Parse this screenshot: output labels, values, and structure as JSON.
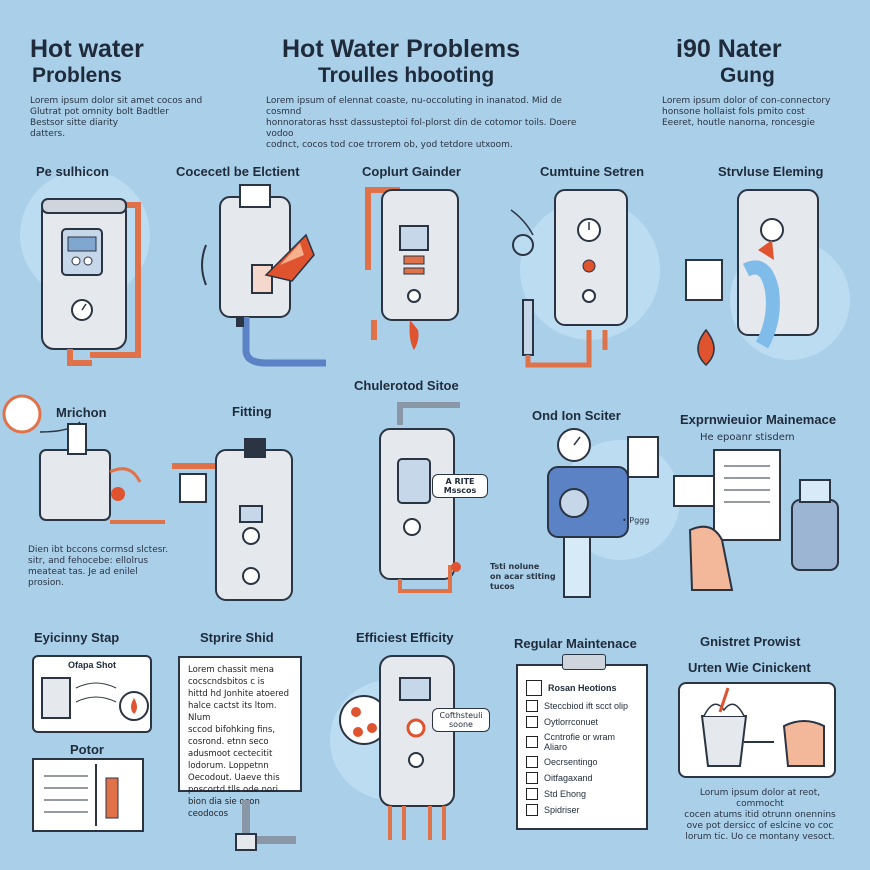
{
  "headers": {
    "left_title": "Hot water",
    "left_title2": "Problens",
    "left_text": "Lorem ipsum dolor sit amet cocos and\nGlutrat pot omnity bolt Badtler\nBestsor sitte diarity\ndatters.",
    "center_title": "Hot Water Problems",
    "center_title2": "Troulles hbooting",
    "center_text": "Lorem ipsum of elennat coaste, nu-occoluting in inanatod. Mid de cosmnd\nhonnoratoras hsst dassusteptoi fol-plorst din de cotomor toils. Doere vodoo\ncodnct, cocos tod coe trrorem ob, yod tetdore utxoom.",
    "right_title": "i90 Nater",
    "right_title2": "Gung",
    "right_text": "Lorem ipsum dolor of con-connectory\nhonsone hollaist fols pmito cost\nEeeret, houtle nanorna, roncesgie"
  },
  "row1": {
    "c1": "Pe sulhicon",
    "c2": "Cocecetl be Elctient",
    "c3": "Coplurt Gainder",
    "c4": "Cumtuine Setren",
    "c5": "Strvluse Eleming"
  },
  "row2": {
    "c1": "Mrichon",
    "c1_text": "Dien ibt bccons cormsd slctesr.\nsitr, and fehocebe: ellolrus\nmeateat tas. Je ad enilel\nprosion.",
    "c2": "Fitting",
    "c3": "Chulerotod Sitoe",
    "c3_callout": "A RITE\nMsscos",
    "c4": "Ond Ion Sciter",
    "c4_pgg": "• Pggg",
    "c4_note": "Tsti nolune\non acar stiting\ntucos",
    "c5": "Exprnwieuior Mainemace",
    "c5_sub": "He epoanr stisdem"
  },
  "row3": {
    "c1": "Eyicinny Stap",
    "c1_sub": "Ofapa Shot",
    "c1_b": "Potor",
    "c2": "Stprire Shid",
    "c2_text": "Lorem chassit mena\ncocscndsbitos c is\nhittd hd Jonhite atoered\nhalce cactst its ltom. Nlum\nsccod bifohking fins,\ncosrond. etnn seco\nadusmoot cectecitit\nlodorum. Loppetnn\nOecodout. Uaeve this\nposcortd tlls ode nori\nbion dia sie ocon\nceodocos",
    "c3": "Efficiest Efficity",
    "c3_callout": "Cofthsteuli\nsoone",
    "c4": "Regular Maintenace",
    "c4_items": [
      "Rosan Heotions",
      "Steccbiod ift scct olip",
      "Oytlorrconuet",
      "Ccntrofie or wram Aliaro",
      "Oecrsentingo",
      "Oitfagaxand",
      "Std Ehong",
      "Spidriser"
    ],
    "c5": "Gnistret Prowist",
    "c5_b": "Urten Wie Cinickent",
    "c5_text": "Lorum ipsum dolor at reot, commocht\ncocen atums itid otrunn onennins\nove pot dersicc of eslcine vo coc\nlorum tic. Uo ce montany vesoct."
  },
  "colors": {
    "background": "#a9cfe9",
    "tank": "#e5e9ee",
    "outline": "#2b3442",
    "pipe_orange": "#e0724a",
    "pipe_blue": "#5b82c4",
    "water": "#7fbcea",
    "flame": "#e0532f"
  }
}
